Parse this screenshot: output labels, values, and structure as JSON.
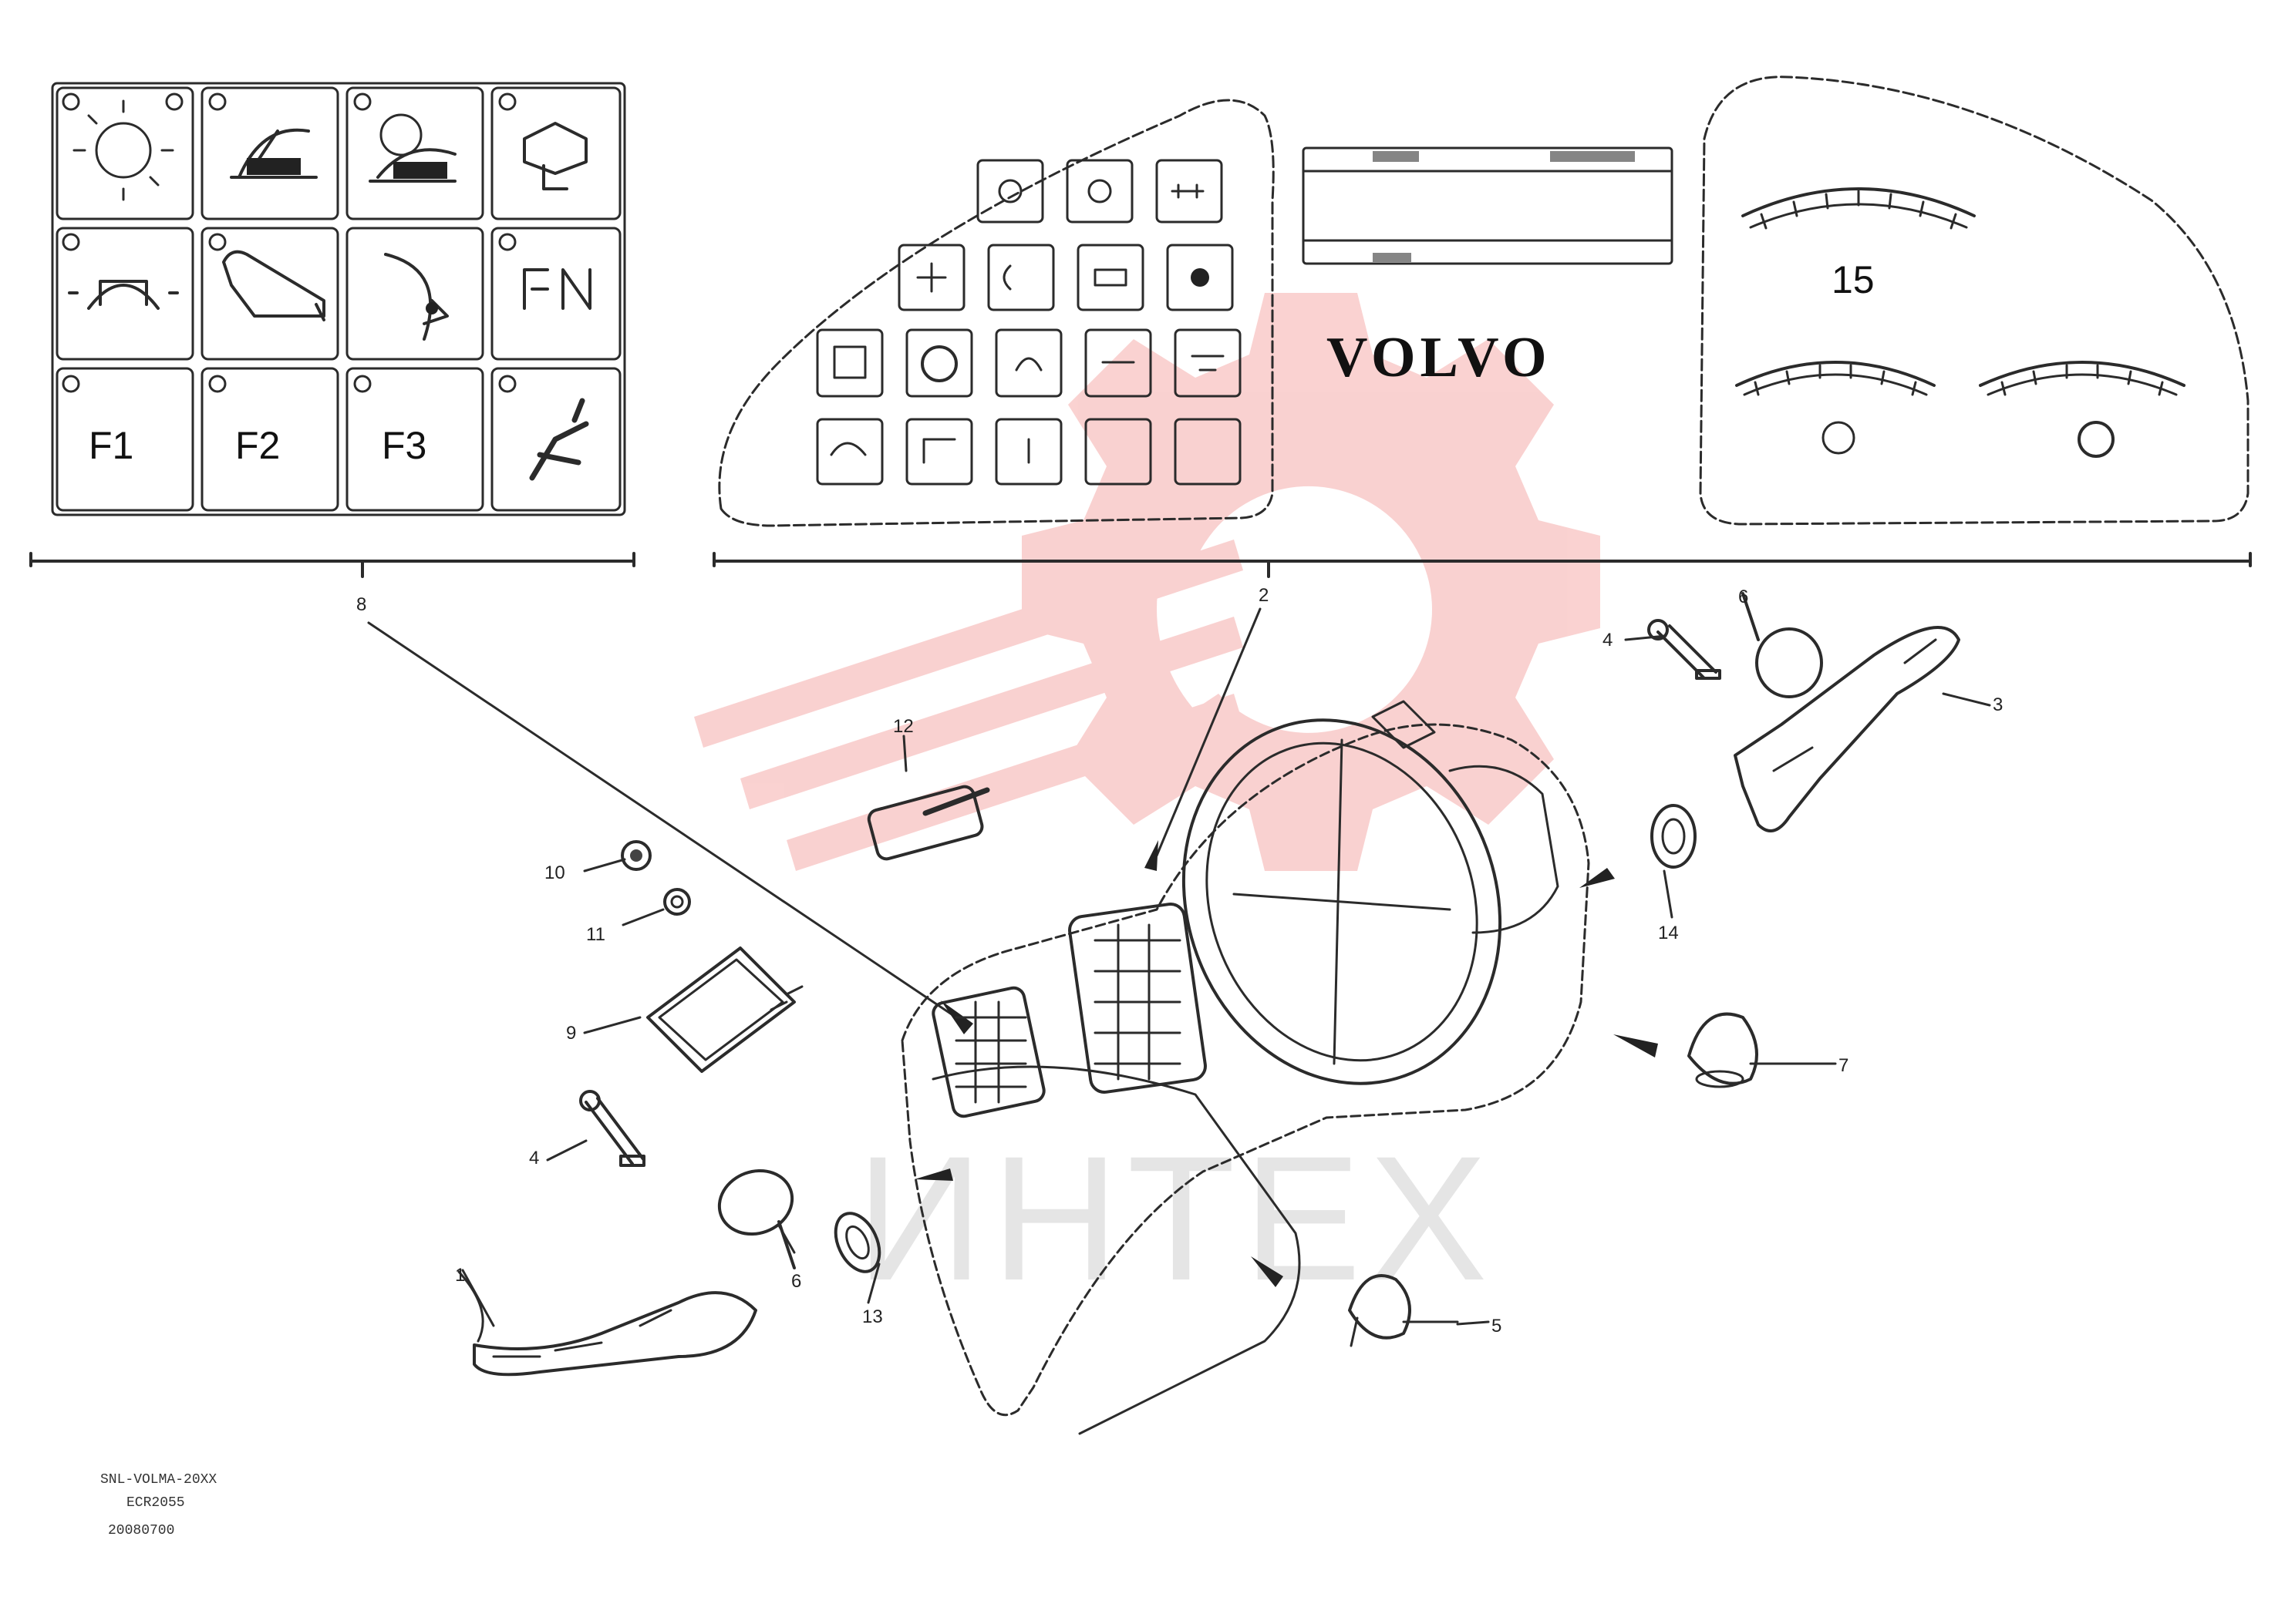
{
  "function_keys": [
    {
      "label": "F1"
    },
    {
      "label": "F2"
    },
    {
      "label": "F3"
    }
  ],
  "brand": "VOLVO",
  "gauge_readout": "15",
  "watermark_text": "ИНТЕХ",
  "callouts": {
    "left_panel": "8",
    "right_panel": "2",
    "c12": "12",
    "c10": "10",
    "c11": "11",
    "c9": "9",
    "c4": "4",
    "c1": "1",
    "c6": "6",
    "c13": "13",
    "c5": "5",
    "c3": "3",
    "c14": "14",
    "c7": "7"
  },
  "footer": {
    "line1": "SNL-VOLMA-20XX",
    "line2": "ECR2055",
    "line3": "20080700"
  },
  "colors": {
    "line": "#2b2b2b",
    "watermark": "#e8322e"
  }
}
